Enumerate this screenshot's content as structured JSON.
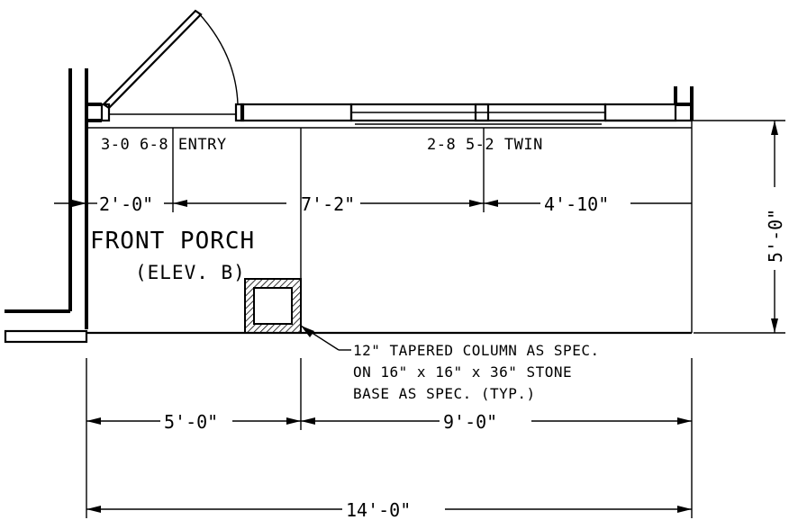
{
  "door": {
    "label": "3-0 6-8 ENTRY"
  },
  "window": {
    "label": "2-8 5-2 TWIN"
  },
  "room": {
    "name": "FRONT PORCH",
    "elevation": "(ELEV. B)"
  },
  "dimensions": {
    "top_left": "2'-0\"",
    "top_mid": "7'-2\"",
    "top_right": "4'-10\"",
    "vertical": "5'-0\"",
    "bottom_left": "5'-0\"",
    "bottom_right": "9'-0\"",
    "overall": "14'-0\""
  },
  "note": {
    "line1": "12\" TAPERED COLUMN AS SPEC.",
    "line2": "ON 16\" x 16\" x 36\" STONE",
    "line3": "BASE AS SPEC. (TYP.)"
  }
}
